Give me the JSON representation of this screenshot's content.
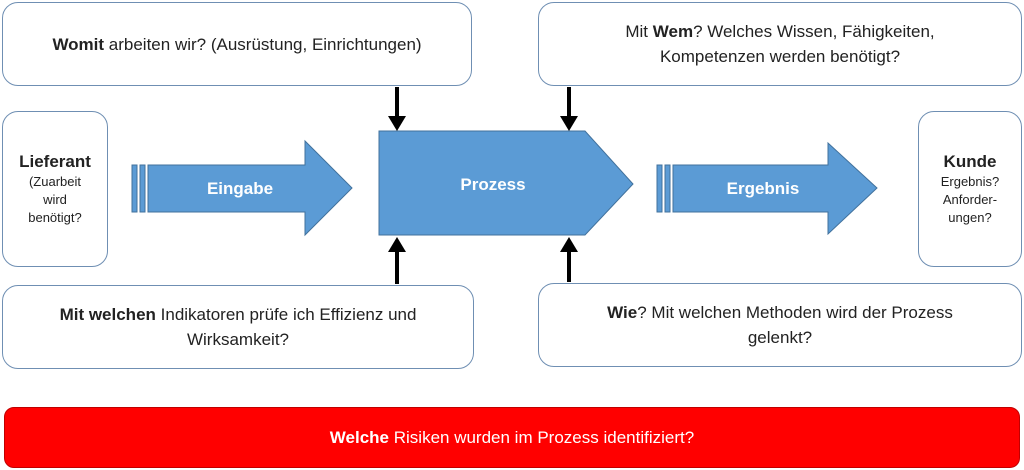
{
  "top_left": {
    "bold": "Womit",
    "rest": " arbeiten wir? (Ausrüstung, Einrichtungen)"
  },
  "top_right": {
    "prefix": "Mit ",
    "bold": "Wem",
    "line1_rest": "? Welches Wissen, Fähigkeiten,",
    "line2": "Kompetenzen werden benötigt?"
  },
  "bottom_left": {
    "bold": "Mit welchen",
    "line1_rest": " Indikatoren prüfe ich Effizienz und",
    "line2": "Wirksamkeit?"
  },
  "bottom_right": {
    "bold": "Wie",
    "line1_rest": "? Mit welchen Methoden wird der Prozess",
    "line2": "gelenkt?"
  },
  "supplier": {
    "title": "Lieferant",
    "line1": "(Zuarbeit",
    "line2": "wird",
    "line3": "benötigt?"
  },
  "customer": {
    "title": "Kunde",
    "line1": "Ergebnis?",
    "line2": "Anforder-",
    "line3": "ungen?"
  },
  "shapes": {
    "input": "Eingabe",
    "process": "Prozess",
    "result": "Ergebnis"
  },
  "risk": {
    "bold": "Welche",
    "rest": " Risiken wurden im Prozess identifiziert?"
  },
  "colors": {
    "shape_fill": "#5b9bd5",
    "shape_stroke": "#41719c",
    "box_border": "#6f8fb3",
    "risk_fill": "#ff0000",
    "arrow": "#000000"
  }
}
